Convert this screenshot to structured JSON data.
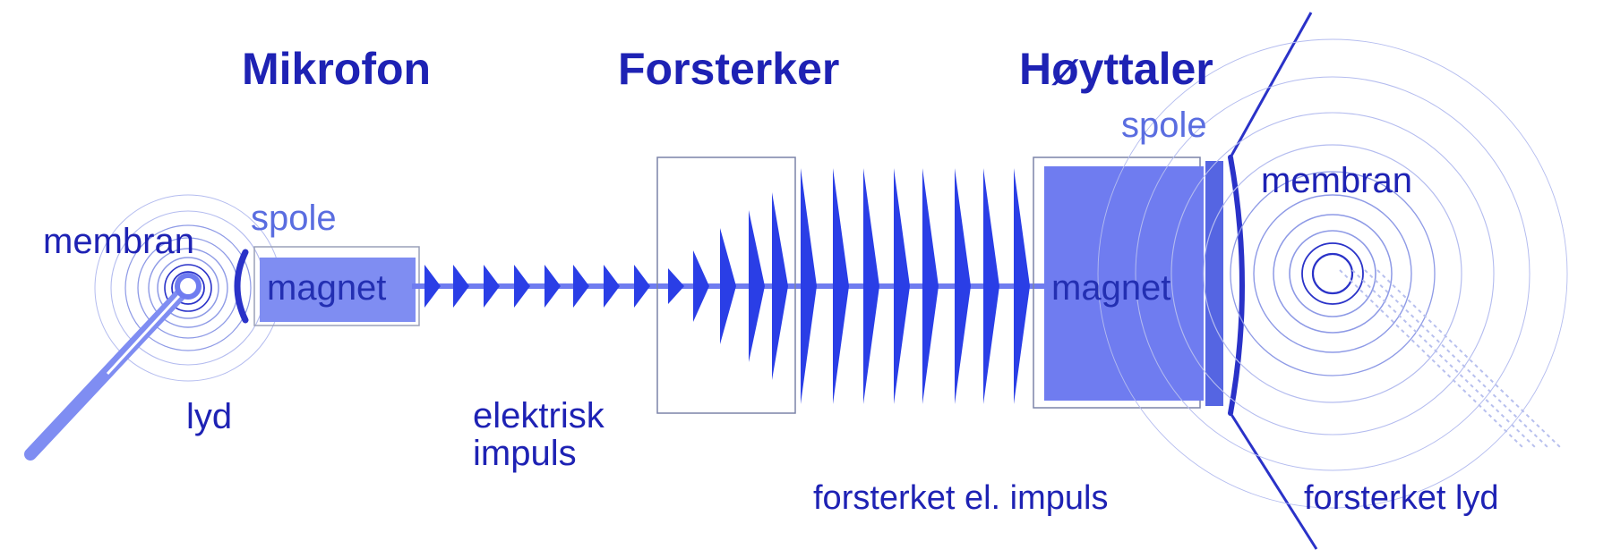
{
  "titles": {
    "microphone": "Mikrofon",
    "amplifier": "Forsterker",
    "speaker": "Høyttaler"
  },
  "labels": {
    "mic_membrane": "membran",
    "mic_coil": "spole",
    "mic_magnet": "magnet",
    "sound": "lyd",
    "electric_impulse": "elektrisk\nimpuls",
    "amplified_impulse": "forsterket el. impuls",
    "speaker_coil": "spole",
    "speaker_membrane": "membran",
    "speaker_magnet": "magnet",
    "amplified_sound": "forsterket lyd"
  },
  "colors": {
    "text": "#1e22b4",
    "signal": "#2a3ee6",
    "magnet_fill": "#6f7cf0",
    "magnet_fill_light": "#7f8df2",
    "line": "#2a32c8",
    "ring": "#8e9ae6",
    "ring_pale": "#b4bcef"
  }
}
